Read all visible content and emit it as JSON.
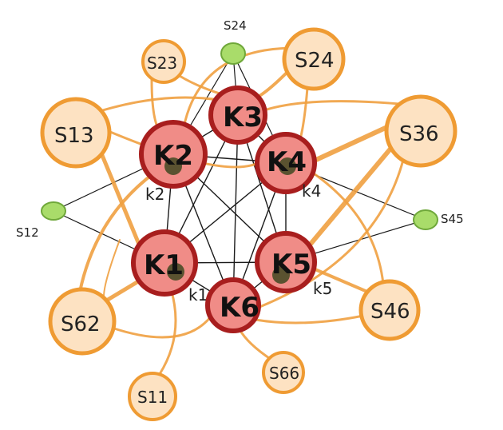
{
  "nodes": {
    "K1": {
      "label": "K1",
      "sub": "k1"
    },
    "K2": {
      "label": "K2",
      "sub": "k2"
    },
    "K3": {
      "label": "K3"
    },
    "K4": {
      "label": "K4",
      "sub": "k4"
    },
    "K5": {
      "label": "K5",
      "sub": "k5"
    },
    "K6": {
      "label": "K6"
    }
  },
  "satellites": {
    "S13": "S13",
    "S23": "S23",
    "S24_small": "S24",
    "S24_big": "S24",
    "S36": "S36",
    "S12": "S12",
    "S45": "S45",
    "S62": "S62",
    "S46": "S46",
    "S11": "S11",
    "S66": "S66"
  },
  "colors": {
    "k_fill": "#f08c87",
    "k_stroke": "#a81e1e",
    "inner": "#5a5230",
    "s_fill": "#fde2c2",
    "s_stroke": "#ef9b33",
    "green_fill": "#a9dc6a",
    "green_stroke": "#6fa83a",
    "edge_black": "#1a1a1a",
    "edge_orange": "#f0a040"
  }
}
